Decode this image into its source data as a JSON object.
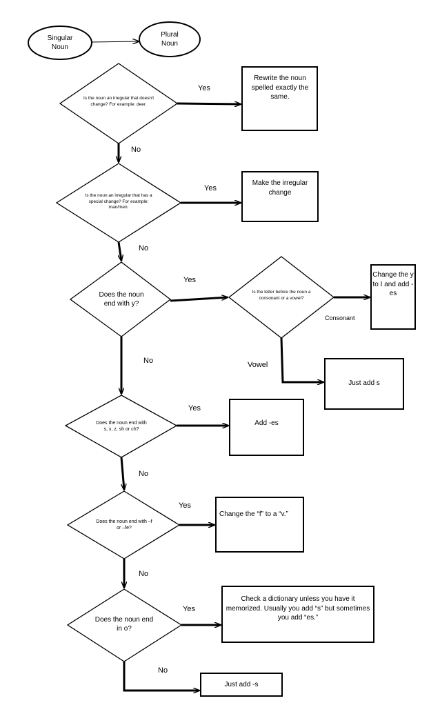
{
  "start": {
    "singular": "Singular\nNoun",
    "plural": "Plural\nNoun"
  },
  "questions": [
    "Is the noun an irregular that doesn't change? For example: deer.",
    "Is the noun an irregular that has a special change?  For example: man/men.",
    "Does the noun end with y?",
    "Is the letter before the noun a consonant or a vowel?",
    "Does the noun end with s, x, z,  sh or ch?",
    "Does the noun end with –f or –fe?",
    "Does the noun end in o?"
  ],
  "results": [
    "Rewrite the noun spelled exactly the same.",
    "Make the irregular change",
    "Change the y to I and add -es",
    "Just add s",
    "Add -es",
    "Change the “f” to a “v.”",
    "Check a dictionary unless you have it memorized.  Usually you add “s” but sometimes you add “es.”",
    "Just add -s"
  ],
  "labels": {
    "yes": "Yes",
    "no": "No",
    "consonant": "Consonant",
    "vowel": "Vowel"
  }
}
